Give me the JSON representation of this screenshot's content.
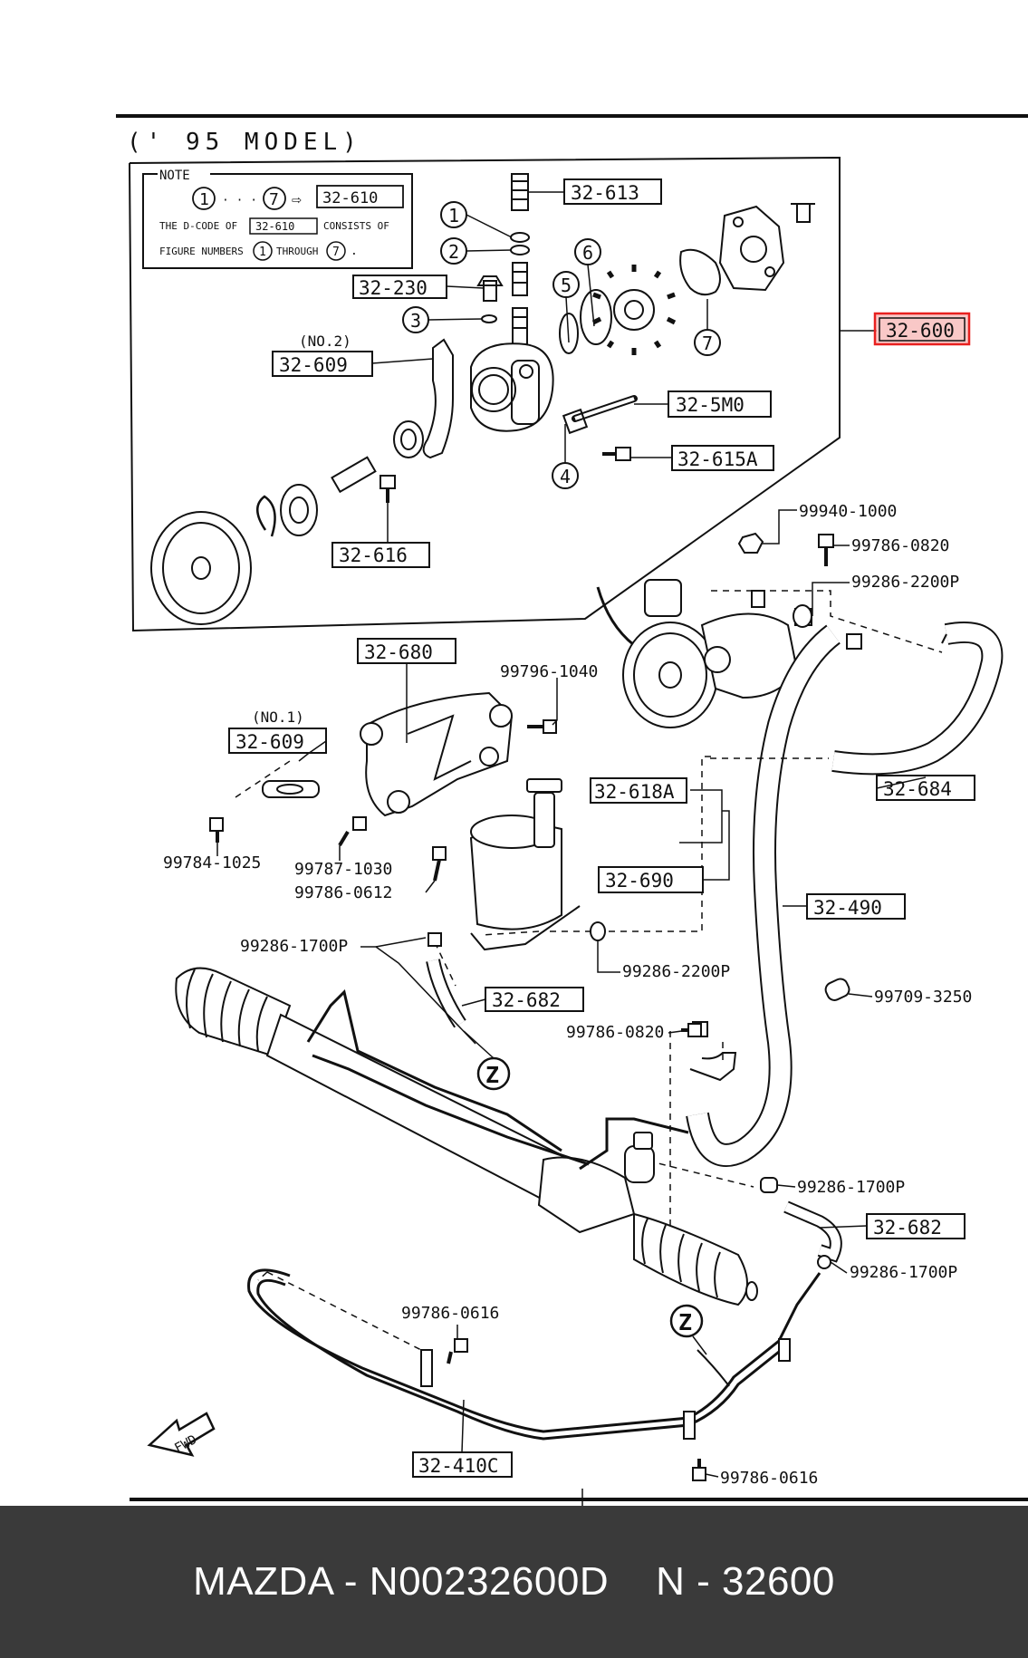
{
  "header": {
    "model_label": "(' 95 MODEL)"
  },
  "note": {
    "title": "NOTE",
    "range_start": "1",
    "range_dots": "· · ·",
    "range_end": "7",
    "arrow": "⇨",
    "code": "32-610",
    "line2_a": "THE D-CODE OF",
    "line2_code": "32-610",
    "line2_b": "CONSISTS OF",
    "line3_a": "FIGURE NUMBERS",
    "line3_n1": "1",
    "line3_through": "THROUGH",
    "line3_n2": "7",
    "line3_end": "."
  },
  "callouts": {
    "c1": "1",
    "c2": "2",
    "c3": "3",
    "c4": "4",
    "c5": "5",
    "c6": "6",
    "c7": "7",
    "z1": "Z",
    "z2": "Z"
  },
  "parts": {
    "p32_613": "32-613",
    "p32_230": "32-230",
    "p32_609_no2_note": "(NO.2)",
    "p32_609_no2": "32-609",
    "p32_600": "32-600",
    "p32_5m0": "32-5M0",
    "p32_615a": "32-615A",
    "p32_616": "32-616",
    "p32_680": "32-680",
    "p32_609_no1_note": "(NO.1)",
    "p32_609_no1": "32-609",
    "p32_618a": "32-618A",
    "p32_690": "32-690",
    "p32_490": "32-490",
    "p32_684": "32-684",
    "p32_682a": "32-682",
    "p32_682b": "32-682",
    "p32_410c": "32-410C"
  },
  "numbers": {
    "n99940_1000": "99940-1000",
    "n99786_0820a": "99786-0820",
    "n99286_2200p_a": "99286-2200P",
    "n99796_1040": "99796-1040",
    "n99784_1025": "99784-1025",
    "n99787_1030": "99787-1030",
    "n99786_0612": "99786-0612",
    "n99286_1700p_a": "99286-1700P",
    "n99286_2200p_b": "99286-2200P",
    "n99709_3250": "99709-3250",
    "n99786_0820b": "99786-0820",
    "n99286_1700p_b": "99286-1700P",
    "n99286_1700p_c": "99286-1700P",
    "n99786_0616a": "99786-0616",
    "n99786_0616b": "99786-0616"
  },
  "fwd_label": "FWD",
  "footer": {
    "brand_part": "MAZDA - N00232600D",
    "short_code": "N - 32600"
  },
  "colors": {
    "highlight": "#e8201f",
    "highlight_fill": "#f7b6b4",
    "ink": "#111111",
    "footer_bg": "#3a3a3a"
  }
}
